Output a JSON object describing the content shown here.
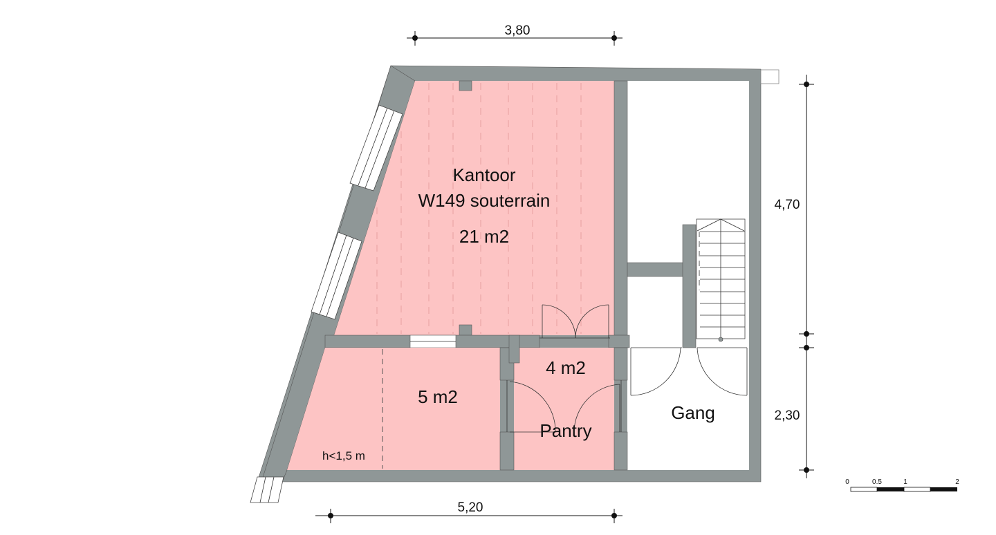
{
  "rooms": {
    "kantoor_name": "Kantoor",
    "kantoor_sub": "W149 souterrain",
    "kantoor_area": "21 m2",
    "room5_area": "5 m2",
    "low_height_note": "h<1,5 m",
    "pantry_area": "4 m2",
    "pantry_name": "Pantry",
    "gang_name": "Gang"
  },
  "dimensions": {
    "top": "3,80",
    "right_upper": "4,70",
    "right_lower": "2,30",
    "bottom": "5,20"
  },
  "scale_bar": {
    "labels": [
      "0",
      "0.5",
      "1",
      "2"
    ]
  },
  "colors": {
    "wall": "#8f9797",
    "room_fill": "#fdc4c4"
  }
}
